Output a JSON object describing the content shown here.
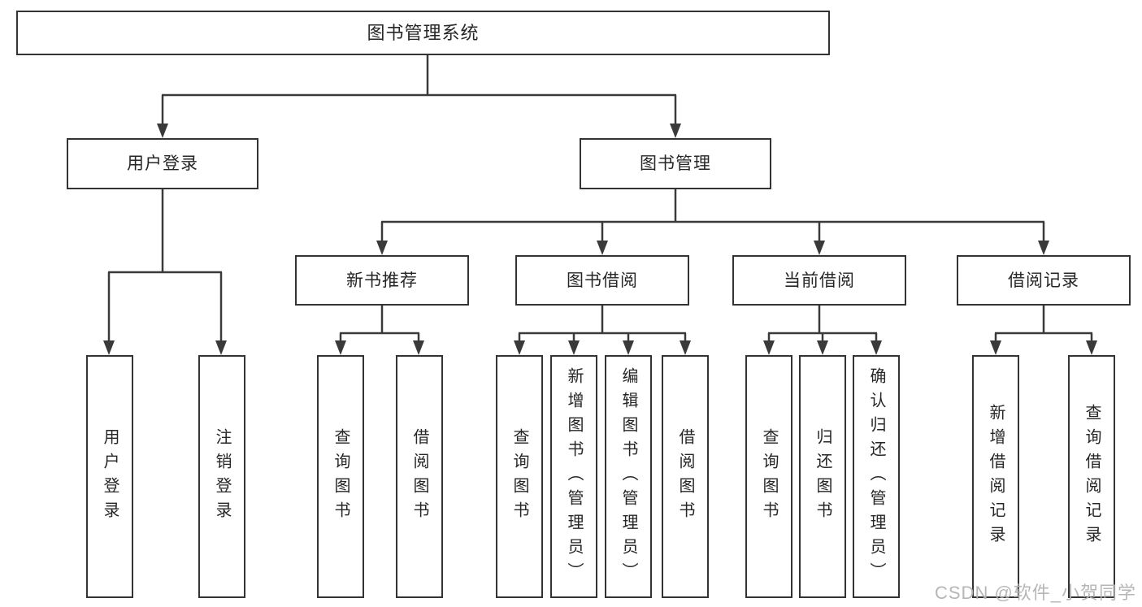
{
  "diagram": {
    "type": "hierarchy-flowchart",
    "title": {
      "label": "图书管理系统"
    },
    "branches": {
      "user_login": {
        "label": "用户登录",
        "children": [
          {
            "label": "用户登录"
          },
          {
            "label": "注销登录"
          }
        ]
      },
      "book_mgmt": {
        "label": "图书管理",
        "children": [
          {
            "label": "新书推荐",
            "children": [
              {
                "label": "查询图书"
              },
              {
                "label": "借阅图书"
              }
            ]
          },
          {
            "label": "图书借阅",
            "children": [
              {
                "label": "查询图书"
              },
              {
                "label": "新增图书（管理员）"
              },
              {
                "label": "编辑图书（管理员）"
              },
              {
                "label": "借阅图书"
              }
            ]
          },
          {
            "label": "当前借阅",
            "children": [
              {
                "label": "查询图书"
              },
              {
                "label": "归还图书"
              },
              {
                "label": "确认归还（管理员）"
              }
            ]
          },
          {
            "label": "借阅记录",
            "children": [
              {
                "label": "新增借阅记录"
              },
              {
                "label": "查询借阅记录"
              }
            ]
          }
        ]
      }
    },
    "colors": {
      "line": "#3a3a3a",
      "border": "#333333",
      "text": "#262626",
      "background": "#ffffff",
      "watermark": "#b3b3b3"
    }
  },
  "watermark": {
    "text": "CSDN @软件_小贺同学"
  }
}
